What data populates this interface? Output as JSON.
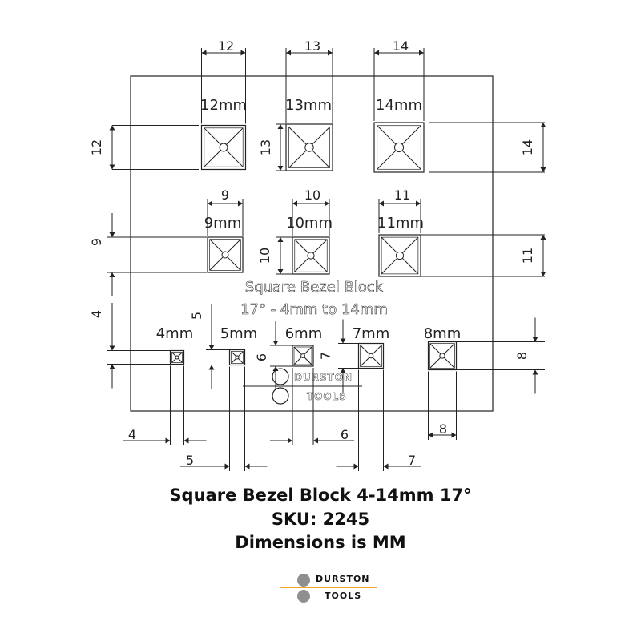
{
  "block": {
    "title": "Square Bezel Block",
    "subtitle": "17° - 4mm to 14mm",
    "engraving_brand_top": "DURSTON",
    "engraving_brand_bottom": "TOOLS"
  },
  "cavities": [
    {
      "label": "12mm",
      "dim": "12",
      "size_mm": 12
    },
    {
      "label": "13mm",
      "dim": "13",
      "size_mm": 13
    },
    {
      "label": "14mm",
      "dim": "14",
      "size_mm": 14
    },
    {
      "label": "9mm",
      "dim": "9",
      "size_mm": 9
    },
    {
      "label": "10mm",
      "dim": "10",
      "size_mm": 10
    },
    {
      "label": "11mm",
      "dim": "11",
      "size_mm": 11
    },
    {
      "label": "4mm",
      "dim": "4",
      "size_mm": 4
    },
    {
      "label": "5mm",
      "dim": "5",
      "size_mm": 5
    },
    {
      "label": "6mm",
      "dim": "6",
      "size_mm": 6
    },
    {
      "label": "7mm",
      "dim": "7",
      "size_mm": 7
    },
    {
      "label": "8mm",
      "dim": "8",
      "size_mm": 8
    }
  ],
  "caption": {
    "line1": "Square Bezel Block 4-14mm 17°",
    "line2": "SKU: 2245",
    "line3": "Dimensions is MM"
  },
  "logo": {
    "word1": "DURSTON",
    "word2": "TOOLS"
  },
  "colors": {
    "line": "#222222",
    "logo_dot": "#8f8f8f",
    "logo_line": "#f5a623"
  }
}
